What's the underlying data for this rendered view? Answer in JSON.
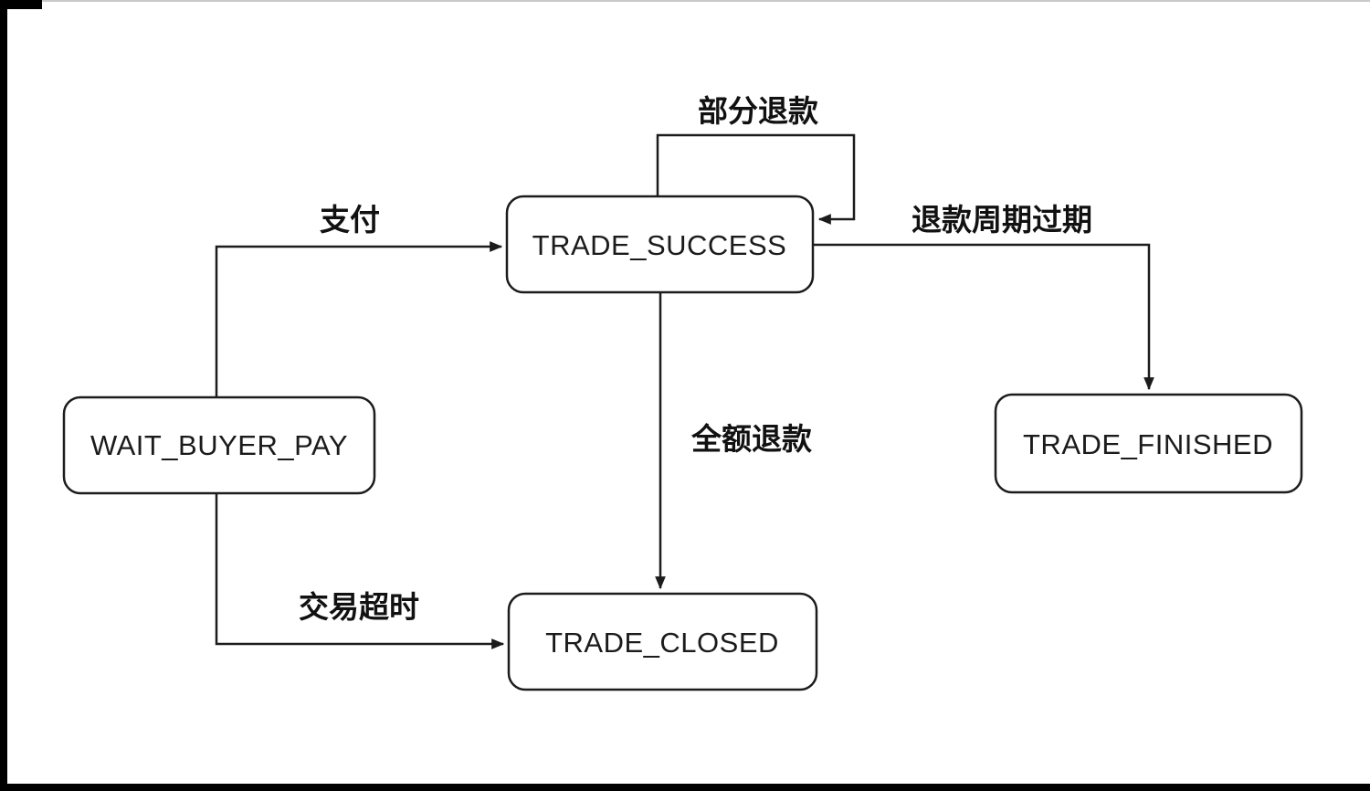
{
  "diagram": {
    "title": "trade-state-machine",
    "colors": {
      "background": "#ffffff",
      "stroke": "#1c1c1c",
      "text": "#111111"
    },
    "nodes": {
      "wait_buyer_pay": {
        "label": "WAIT_BUYER_PAY"
      },
      "trade_success": {
        "label": "TRADE_SUCCESS"
      },
      "trade_finished": {
        "label": "TRADE_FINISHED"
      },
      "trade_closed": {
        "label": "TRADE_CLOSED"
      }
    },
    "edges": {
      "pay": {
        "label": "支付",
        "from": "WAIT_BUYER_PAY",
        "to": "TRADE_SUCCESS"
      },
      "partial_refund": {
        "label": "部分退款",
        "from": "TRADE_SUCCESS",
        "to": "TRADE_SUCCESS"
      },
      "refund_period_expired": {
        "label": "退款周期过期",
        "from": "TRADE_SUCCESS",
        "to": "TRADE_FINISHED"
      },
      "full_refund": {
        "label": "全额退款",
        "from": "TRADE_SUCCESS",
        "to": "TRADE_CLOSED"
      },
      "trade_timeout": {
        "label": "交易超时",
        "from": "WAIT_BUYER_PAY",
        "to": "TRADE_CLOSED"
      }
    }
  }
}
